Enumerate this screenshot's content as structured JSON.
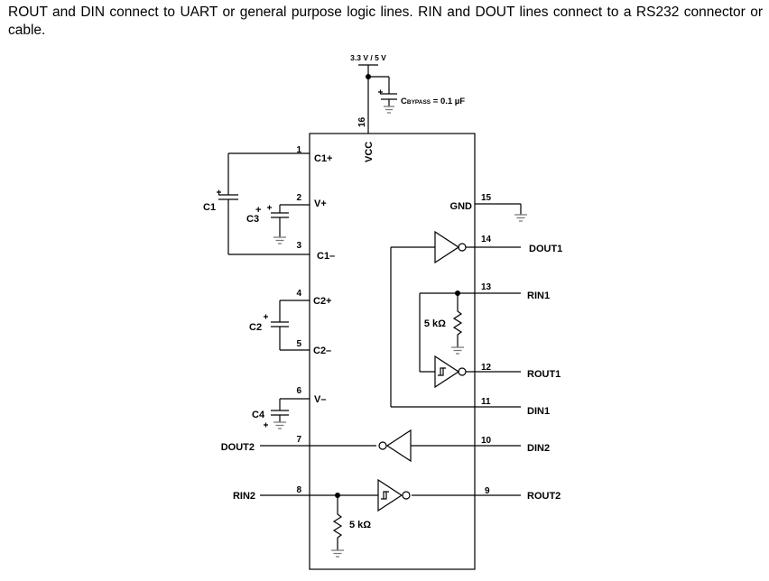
{
  "caption": "ROUT and DIN connect to UART or general purpose logic lines. RIN and DOUT lines connect to a RS232 connector or cable.",
  "supply": {
    "label": "3.3 V / 5 V",
    "bypass_prefix": "C",
    "bypass_sub": "BYPASS",
    "bypass_value": " = 0.1 µF",
    "vcc_label": "VCC",
    "vcc_pin": "16"
  },
  "chip": {
    "left_pins": [
      {
        "num": "1",
        "name": "C1+"
      },
      {
        "num": "2",
        "name": "V+"
      },
      {
        "num": "3",
        "name": "C1–"
      },
      {
        "num": "4",
        "name": "C2+"
      },
      {
        "num": "5",
        "name": "C2–"
      },
      {
        "num": "6",
        "name": "V–"
      },
      {
        "num": "7",
        "name": ""
      },
      {
        "num": "8",
        "name": ""
      }
    ],
    "gnd_label": "GND",
    "right_pins": [
      {
        "num": "15",
        "net": ""
      },
      {
        "num": "14",
        "net": "DOUT1"
      },
      {
        "num": "13",
        "net": "RIN1"
      },
      {
        "num": "12",
        "net": "ROUT1"
      },
      {
        "num": "11",
        "net": "DIN1"
      },
      {
        "num": "10",
        "net": "DIN2"
      },
      {
        "num": "9",
        "net": "ROUT2"
      }
    ]
  },
  "capacitors": {
    "c1": "C1",
    "c2": "C2",
    "c3": "C3",
    "c4": "C4",
    "plus": "+"
  },
  "left_nets": {
    "dout2": "DOUT2",
    "rin2": "RIN2"
  },
  "resistors": {
    "r1": "5 kΩ",
    "r2": "5 kΩ"
  }
}
